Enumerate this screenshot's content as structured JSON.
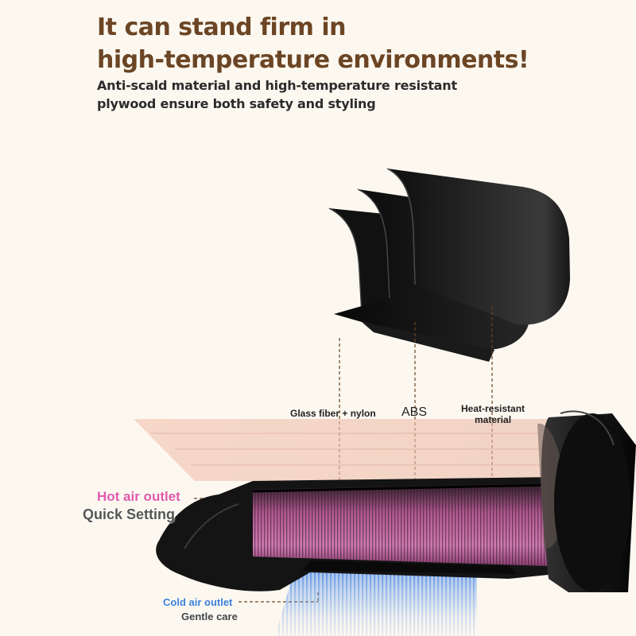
{
  "headline": {
    "title_line1": "It can stand firm in",
    "title_line2": "high-temperature environments!",
    "subtitle_line1": "Anti-scald material and high-temperature resistant",
    "subtitle_line2": "plywood ensure both safety and styling"
  },
  "materials": {
    "glass_fiber": "Glass fiber + nylon",
    "abs": "ABS",
    "heat_line1": "Heat-resistant",
    "heat_line2": "material"
  },
  "outlets": {
    "hot_title": "Hot air outlet",
    "hot_subtitle": "Quick Setting",
    "cold_title": "Cold air outlet",
    "cold_subtitle": "Gentle care"
  },
  "colors": {
    "title": "#6b4524",
    "hot_air": "#e05aa8",
    "cold_air": "#3d7fd4",
    "shell": "#1c1c1c",
    "background": "#fcf8f0"
  }
}
